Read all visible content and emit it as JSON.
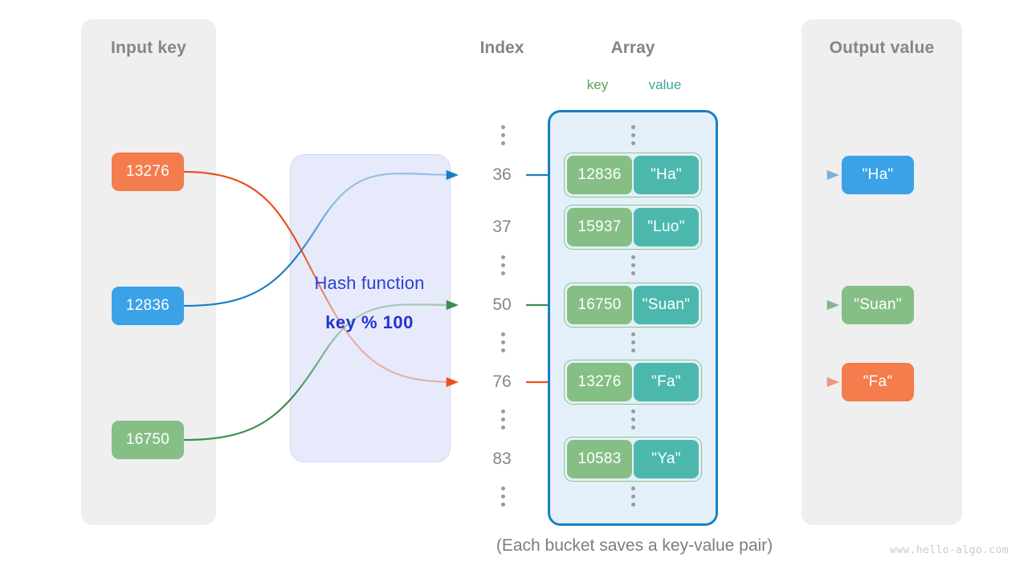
{
  "input_panel": {
    "title": "Input key",
    "keys": [
      {
        "text": "13276",
        "color": "#f47c4d"
      },
      {
        "text": "12836",
        "color": "#3ba2e8"
      },
      {
        "text": "16750",
        "color": "#86bf86"
      }
    ]
  },
  "hash": {
    "label": "Hash function",
    "formula": "key % 100",
    "text_color": "#2433cf",
    "box_color": "#e7eafb"
  },
  "headers": {
    "index": "Index",
    "array": "Array",
    "key": "key",
    "value": "value",
    "key_color": "#5fa05f",
    "value_color": "#3aa8a0"
  },
  "array": {
    "border_color": "#1a7ec2",
    "fill_color": "#e3f0fa",
    "rows": [
      {
        "kind": "ellipsis"
      },
      {
        "kind": "bucket",
        "index": "36",
        "key": "12836",
        "value": "\"Ha\"",
        "highlight": "blue"
      },
      {
        "kind": "bucket",
        "index": "37",
        "key": "15937",
        "value": "\"Luo\"",
        "highlight": "none"
      },
      {
        "kind": "ellipsis"
      },
      {
        "kind": "bucket",
        "index": "50",
        "key": "16750",
        "value": "\"Suan\"",
        "highlight": "green"
      },
      {
        "kind": "ellipsis"
      },
      {
        "kind": "bucket",
        "index": "76",
        "key": "13276",
        "value": "\"Fa\"",
        "highlight": "orange"
      },
      {
        "kind": "ellipsis"
      },
      {
        "kind": "bucket",
        "index": "83",
        "key": "10583",
        "value": "\"Ya\"",
        "highlight": "none"
      },
      {
        "kind": "ellipsis"
      }
    ],
    "bucket_key_color": "#86bf86",
    "bucket_value_color": "#4cb8ad"
  },
  "output_panel": {
    "title": "Output value",
    "values": [
      {
        "text": "\"Ha\"",
        "color": "#3ba2e8"
      },
      {
        "text": "\"Suan\"",
        "color": "#86bf86"
      },
      {
        "text": "\"Fa\"",
        "color": "#f47c4d"
      }
    ]
  },
  "caption": "(Each bucket saves a key-value pair)",
  "watermark": "www.hello-algo.com",
  "flows": [
    {
      "name": "orange-flow",
      "from_key": "13276",
      "to_index": "76",
      "to_value": "\"Fa\"",
      "color": "#e8521f"
    },
    {
      "name": "blue-flow",
      "from_key": "12836",
      "to_index": "36",
      "to_value": "\"Ha\"",
      "color": "#1a7ec2"
    },
    {
      "name": "green-flow",
      "from_key": "16750",
      "to_index": "50",
      "to_value": "\"Suan\"",
      "color": "#3d8f4f"
    }
  ]
}
